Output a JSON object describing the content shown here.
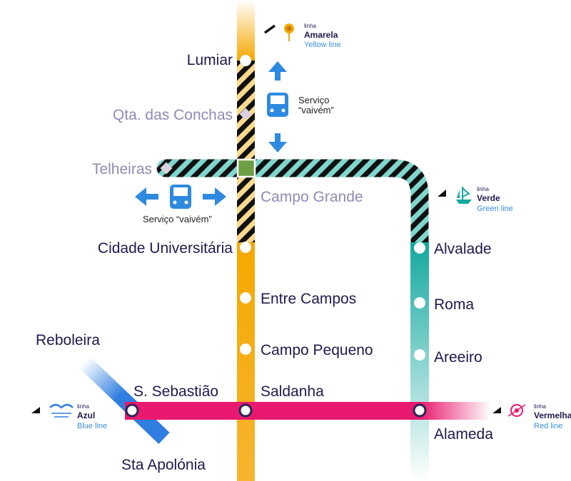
{
  "colors": {
    "yellow": "#f5a800",
    "green": "#13a89e",
    "red": "#e8196e",
    "blue": "#2f7ee0",
    "station_text": "#1d1950",
    "station_text_dim": "#8e8ab8",
    "arrow": "#2e8ae0",
    "hatch": "#111111",
    "hatch_yellow_bg": "#fdd98e",
    "hatch_green_bg": "#7fd6cd"
  },
  "stations": {
    "lumiar": "Lumiar",
    "qta_das_conchas": "Qta. das Conchas",
    "telheiras": "Telheiras",
    "campo_grande": "Campo Grande",
    "cidade_universitaria": "Cidade Universitária",
    "entre_campos": "Entre Campos",
    "campo_pequeno": "Campo Pequeno",
    "saldanha": "Saldanha",
    "alvalade": "Alvalade",
    "roma": "Roma",
    "areeiro": "Areeiro",
    "alameda": "Alameda",
    "reboleira": "Reboleira",
    "s_sebastiao": "S. Sebastião",
    "sta_apolonia": "Sta Apolónia"
  },
  "services": {
    "vertical_line1": "Serviço",
    "vertical_line2": "“vaivém”",
    "horizontal": "Serviço “vaivém”"
  },
  "legend": {
    "yellow": {
      "prefix": "linha",
      "name": "Amarela",
      "english": "Yellow line",
      "icon": "sunflower-icon"
    },
    "green": {
      "prefix": "linha",
      "name": "Verde",
      "english": "Green line",
      "icon": "caravel-ship-icon"
    },
    "blue": {
      "prefix": "linha",
      "name": "Azul",
      "english": "Blue line",
      "icon": "seagull-icon"
    },
    "red": {
      "prefix": "linha",
      "name": "Vermelha",
      "english": "Red line",
      "icon": "compass-rose-icon"
    }
  }
}
